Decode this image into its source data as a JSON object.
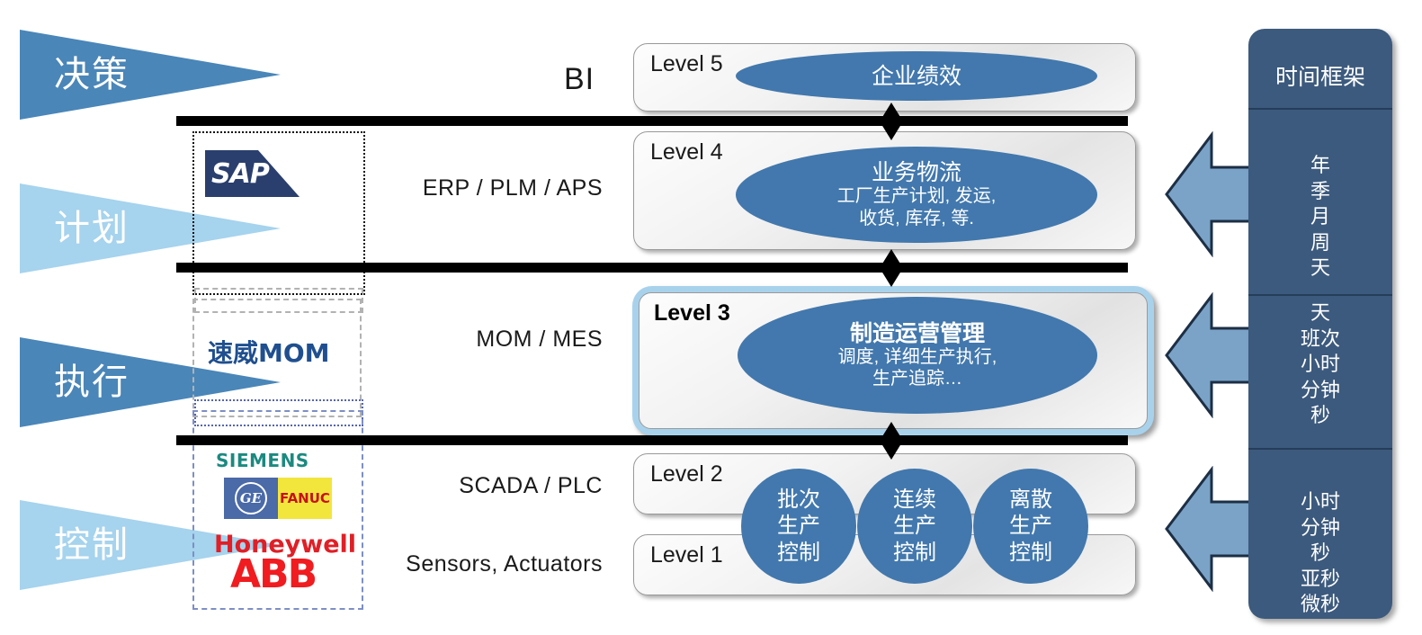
{
  "meta": {
    "title": "ISA-95 制造运营层级模型",
    "colors": {
      "banner_dark": "#4a86b8",
      "banner_light": "#a6d3ed",
      "ellipse_blue": "#4278ad",
      "panel_navy": "#3c5a7d",
      "arrow_blue": "#7ba3c8",
      "highlight_border": "#a8d2ec"
    }
  },
  "banners": [
    {
      "label": "决策",
      "tone": "dark"
    },
    {
      "label": "计划",
      "tone": "light"
    },
    {
      "label": "执行",
      "tone": "dark"
    },
    {
      "label": "控制",
      "tone": "light"
    }
  ],
  "system_labels": {
    "bi": "BI",
    "erp": "ERP / PLM / APS",
    "mom": "MOM / MES",
    "scada": "SCADA  / PLC",
    "sensors": "Sensors, Actuators"
  },
  "levels": [
    {
      "tag": "Level 5",
      "highlight": false,
      "shape": "ellipse",
      "title": "企业绩效",
      "subtitle": ""
    },
    {
      "tag": "Level 4",
      "highlight": false,
      "shape": "ellipse",
      "title": "业务物流",
      "subtitle_lines": [
        "工厂生产计划, 发运,",
        "收货, 库存, 等."
      ]
    },
    {
      "tag": "Level 3",
      "highlight": true,
      "shape": "ellipse",
      "title": "制造运营管理",
      "subtitle_lines": [
        "调度, 详细生产执行,",
        "生产追踪…"
      ]
    },
    {
      "tag": "Level 2",
      "highlight": false,
      "shape": "circles"
    },
    {
      "tag": "Level 1",
      "highlight": false,
      "shape": "none"
    }
  ],
  "control_circles": [
    {
      "lines": [
        "批次",
        "生产",
        "控制"
      ]
    },
    {
      "lines": [
        "连续",
        "生产",
        "控制"
      ]
    },
    {
      "lines": [
        "离散",
        "生产",
        "控制"
      ]
    }
  ],
  "vendor_logos": {
    "sap": "SAP",
    "mom": "速威MOM",
    "siemens": "SIEMENS",
    "ge": "GE",
    "fanuc": "FANUC",
    "honeywell": "Honeywell",
    "abb": "ABB"
  },
  "timeframe": {
    "heading": "时间框架",
    "segments": [
      {
        "lines": [
          "年",
          "季",
          "月",
          "周",
          "天"
        ]
      },
      {
        "lines": [
          "天",
          "班次",
          "小时",
          "分钟",
          "秒"
        ]
      },
      {
        "lines": [
          "小时",
          "分钟",
          "秒",
          "亚秒",
          "微秒"
        ]
      }
    ]
  }
}
